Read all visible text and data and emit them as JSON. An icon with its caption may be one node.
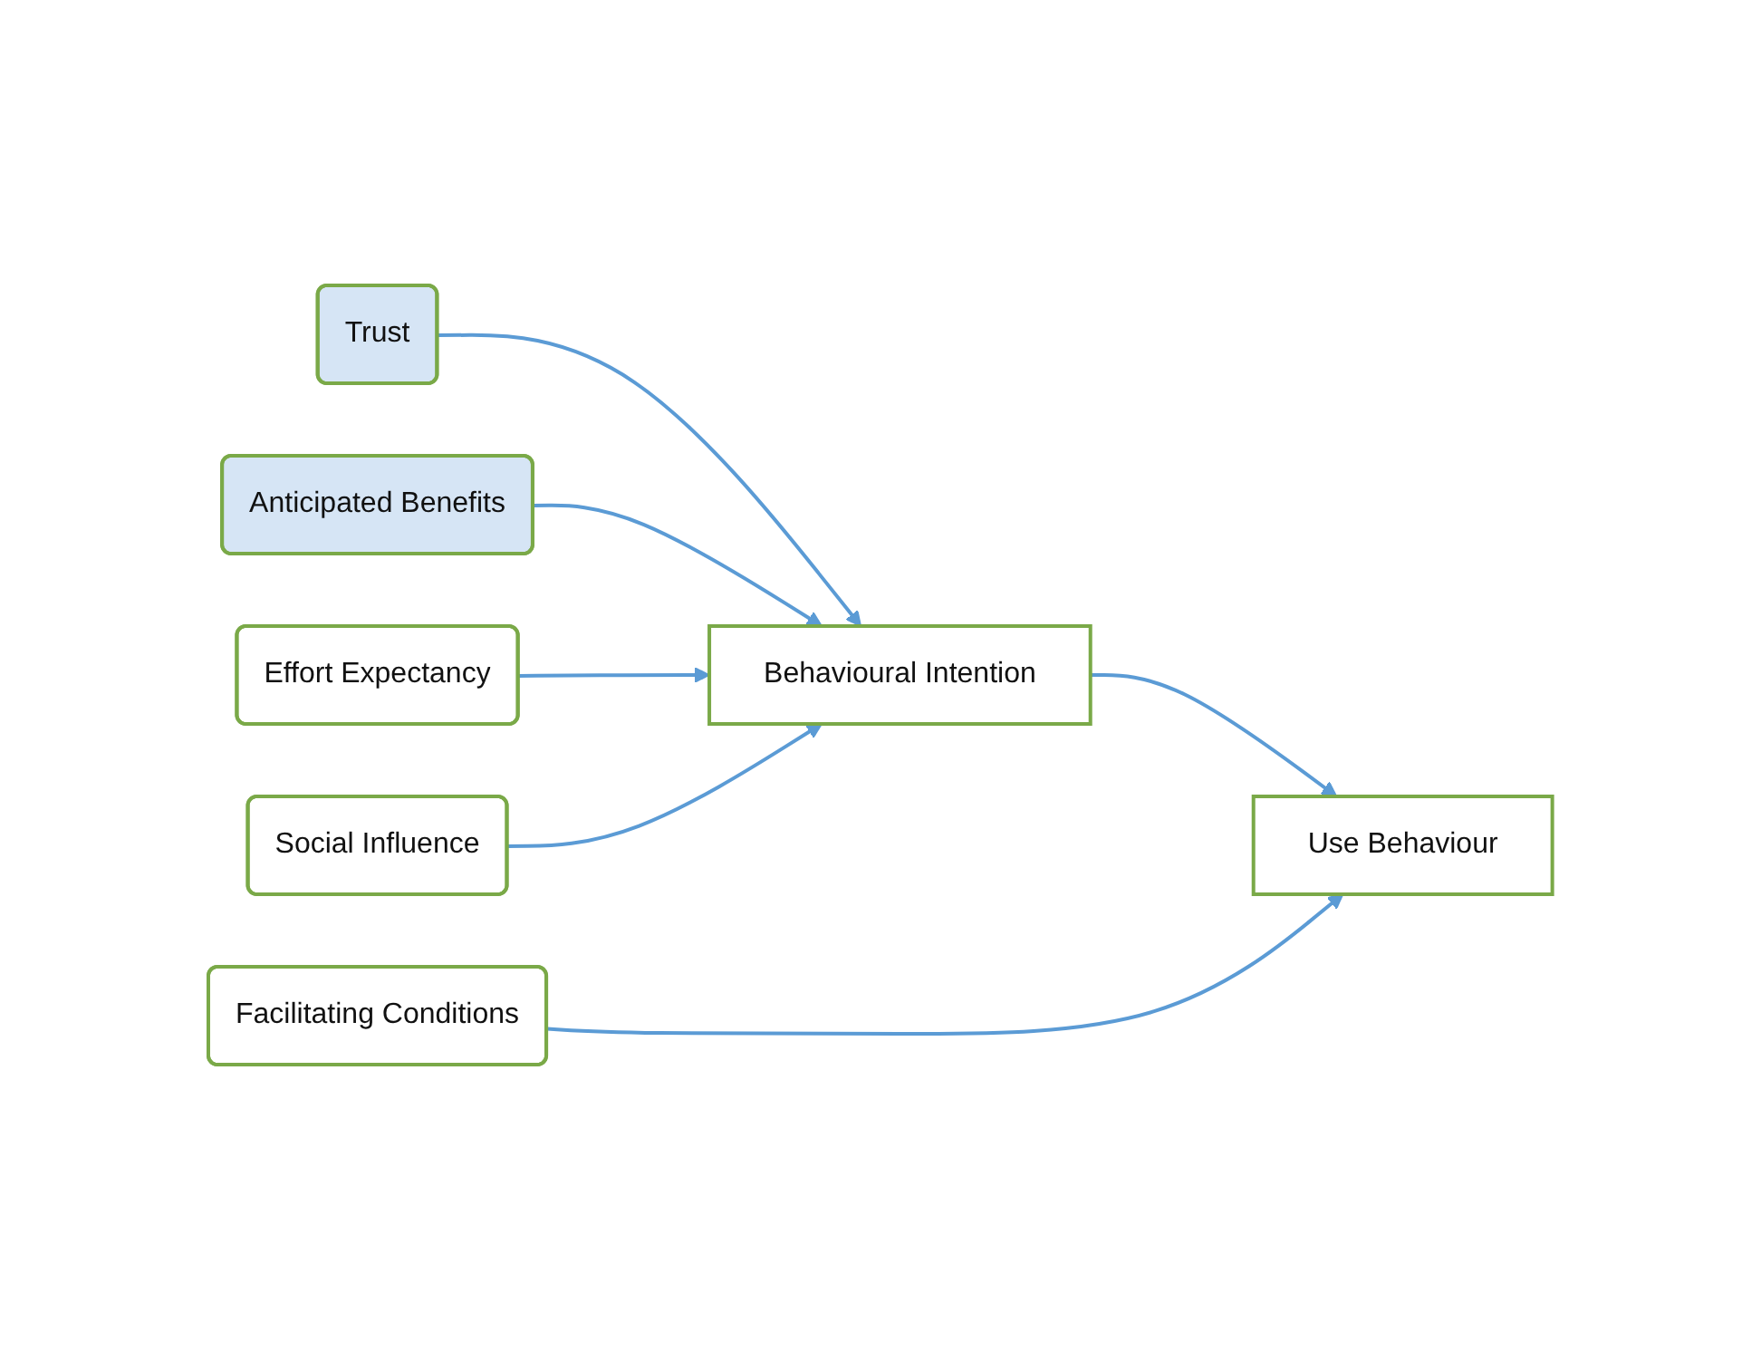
{
  "diagram": {
    "nodes": [
      {
        "text": [
          "Trust"
        ]
      },
      {
        "text": [
          "Anticipated Benefits"
        ]
      },
      {
        "text": [
          "Effort Expectancy"
        ]
      },
      {
        "text": [
          "Social Influence"
        ]
      },
      {
        "text": [
          "Facilitating Conditions"
        ]
      },
      {
        "text": [
          "Behavioural Intention"
        ]
      },
      {
        "text": [
          "Use Behaviour"
        ]
      }
    ],
    "edges": [
      {
        "from": 0,
        "to": 5,
        "arrow": "to"
      },
      {
        "from": 1,
        "to": 5,
        "arrow": "to"
      },
      {
        "from": 2,
        "to": 5,
        "arrow": "to"
      },
      {
        "from": 3,
        "to": 5,
        "arrow": "to"
      },
      {
        "from": 5,
        "to": 6,
        "arrow": "to"
      },
      {
        "from": 4,
        "to": 6,
        "arrow": "to"
      }
    ]
  }
}
